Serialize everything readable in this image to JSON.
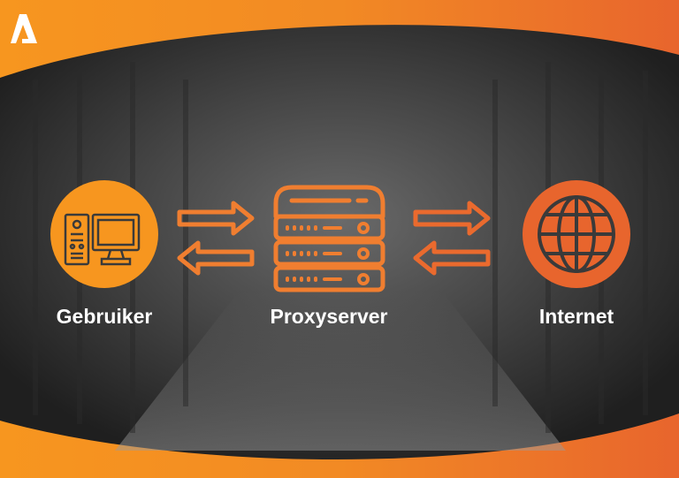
{
  "nodes": {
    "user": {
      "label": "Gebruiker",
      "icon": "desktop-computer-icon",
      "color": "#f7961f"
    },
    "proxy": {
      "label": "Proxyserver",
      "icon": "server-rack-icon",
      "color": "#f07e30"
    },
    "internet": {
      "label": "Internet",
      "icon": "globe-icon",
      "color": "#e8652d"
    }
  },
  "logo": {
    "icon": "logo-a-icon"
  },
  "colors": {
    "orange_light": "#f7961f",
    "orange_dark": "#e8652d",
    "background_dark": "#3a3a3a"
  }
}
